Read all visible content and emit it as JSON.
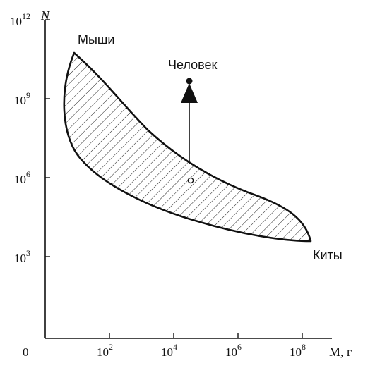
{
  "chart_data": {
    "type": "diagram",
    "x_axis": {
      "title": "M, г",
      "scale": "log",
      "origin_label": "0",
      "ticks": [
        {
          "base": "10",
          "exp": "2"
        },
        {
          "base": "10",
          "exp": "4"
        },
        {
          "base": "10",
          "exp": "6"
        },
        {
          "base": "10",
          "exp": "8"
        }
      ]
    },
    "y_axis": {
      "title": "N",
      "scale": "log",
      "ticks": [
        {
          "base": "10",
          "exp": "3"
        },
        {
          "base": "10",
          "exp": "6"
        },
        {
          "base": "10",
          "exp": "9"
        },
        {
          "base": "10",
          "exp": "12"
        }
      ]
    },
    "region": {
      "fill": "hatched",
      "upper_left_label": "Мыши",
      "lower_right_label": "Киты"
    },
    "highlight": {
      "label": "Человек",
      "arrow": "up",
      "from_point": "open-circle",
      "to_point": "filled-circle"
    },
    "colors": {
      "ink": "#111111",
      "background": "#ffffff"
    }
  }
}
